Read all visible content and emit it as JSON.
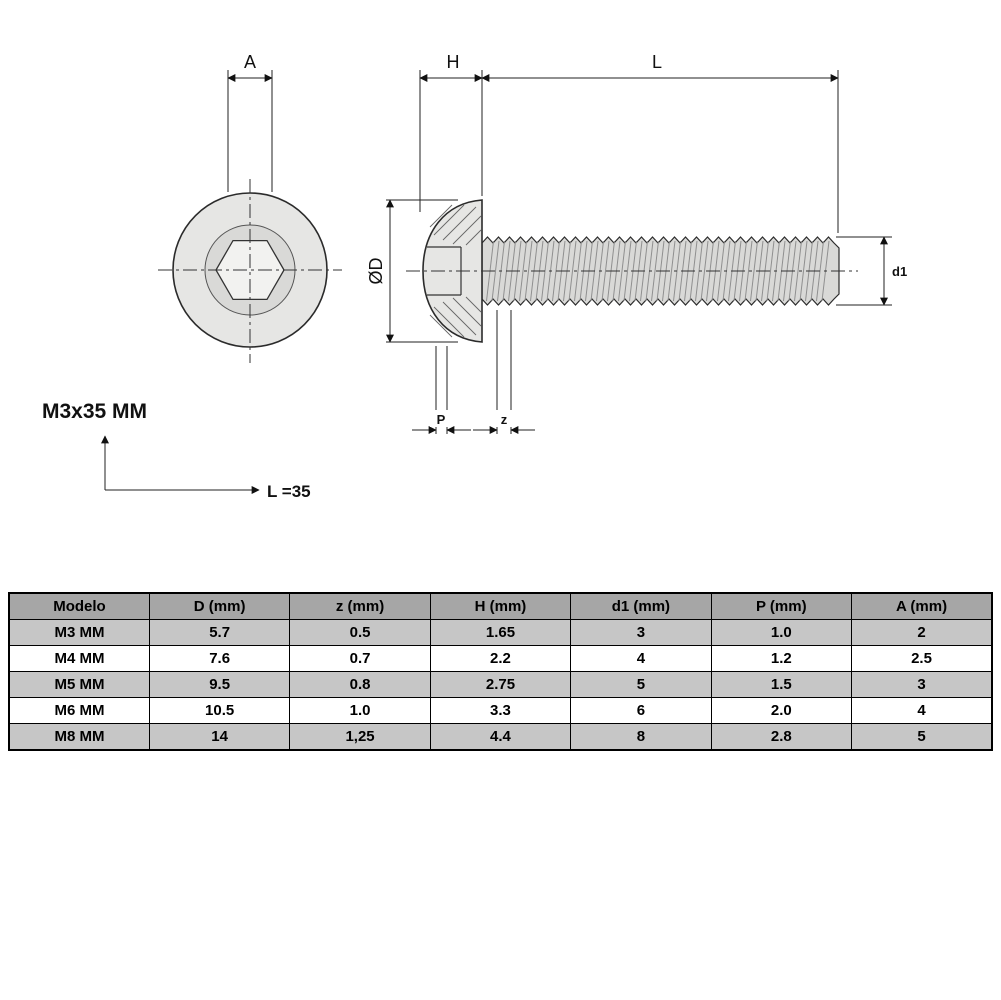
{
  "drawing": {
    "dim_a": "A",
    "dim_h": "H",
    "dim_l": "L",
    "dim_od": "ØD",
    "dim_d1": "d1",
    "dim_p": "P",
    "dim_z": "z",
    "model_label": "M3x35 MM",
    "length_callout": "L =35"
  },
  "table": {
    "headers": [
      "Modelo",
      "D (mm)",
      "z (mm)",
      "H (mm)",
      "d1 (mm)",
      "P (mm)",
      "A (mm)"
    ],
    "rows": [
      {
        "cells": [
          "M3 MM",
          "5.7",
          "0.5",
          "1.65",
          "3",
          "1.0",
          "2"
        ]
      },
      {
        "cells": [
          "M4 MM",
          "7.6",
          "0.7",
          "2.2",
          "4",
          "1.2",
          "2.5"
        ]
      },
      {
        "cells": [
          "M5 MM",
          "9.5",
          "0.8",
          "2.75",
          "5",
          "1.5",
          "3"
        ]
      },
      {
        "cells": [
          "M6 MM",
          "10.5",
          "1.0",
          "3.3",
          "6",
          "2.0",
          "4"
        ]
      },
      {
        "cells": [
          "M8 MM",
          "14",
          "1,25",
          "4.4",
          "8",
          "2.8",
          "5"
        ]
      }
    ]
  },
  "colors": {
    "table_header_bg": "#a6a6a6",
    "table_row_alt_bg": "#c6c6c6",
    "table_row_bg": "#ffffff",
    "line": "#222222",
    "metal_fill": "#e6e6e4",
    "metal_dark": "#d9d9d7"
  }
}
